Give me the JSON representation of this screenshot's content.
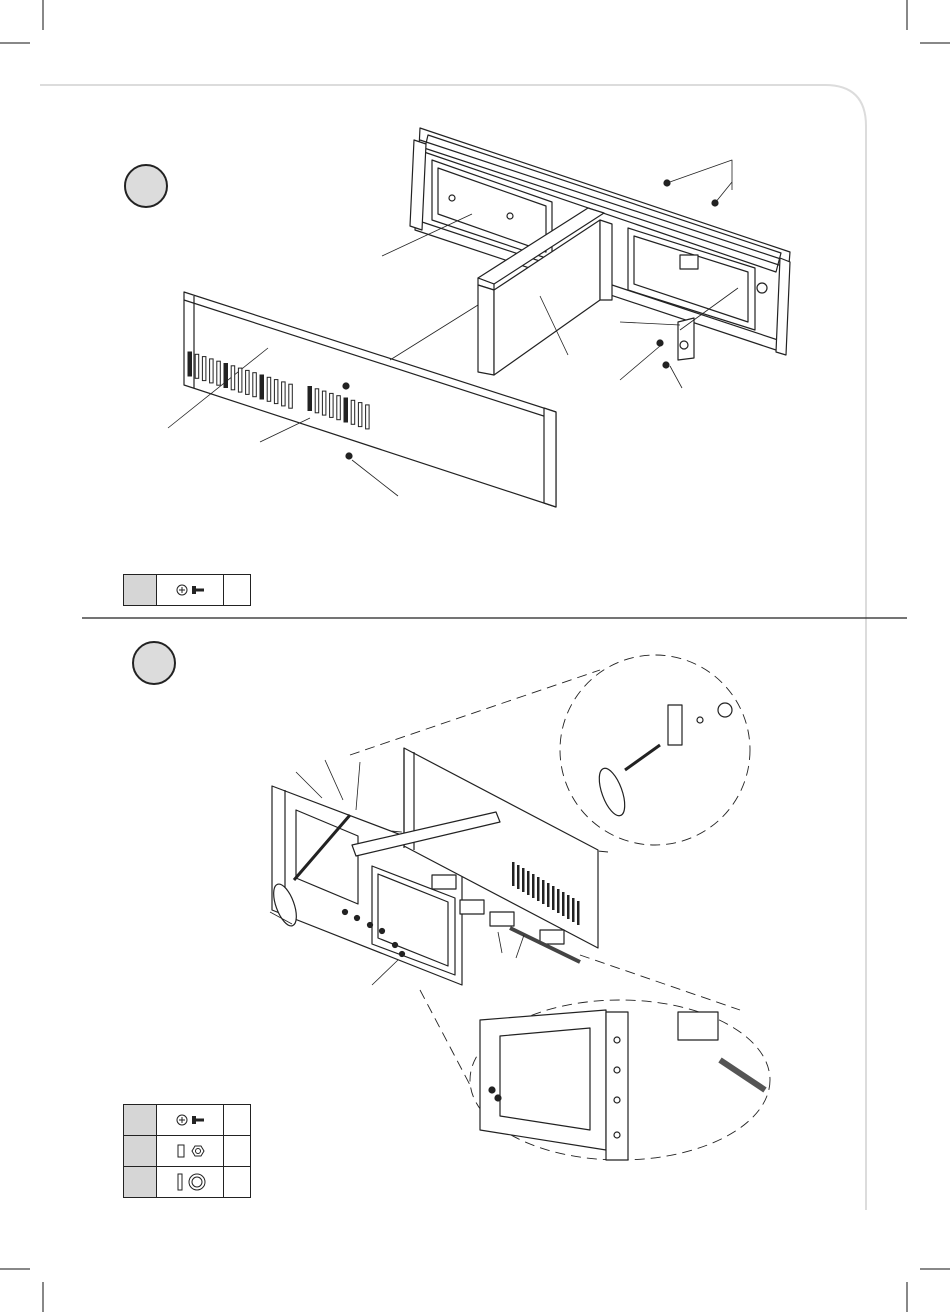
{
  "page": {
    "kind": "assembly-instructions",
    "steps": [
      {
        "id": "step-1",
        "number": "",
        "parts": [
          {
            "icon": "screw-icon",
            "key": "",
            "qty": ""
          }
        ]
      },
      {
        "id": "step-2",
        "number": "",
        "parts": [
          {
            "icon": "screw-icon",
            "key": "",
            "qty": ""
          },
          {
            "icon": "nut-icon",
            "key": "",
            "qty": ""
          },
          {
            "icon": "washer-icon",
            "key": "",
            "qty": ""
          }
        ]
      }
    ]
  },
  "colors": {
    "line": "#222222",
    "fill_gray": "#dcdcdc",
    "key_gray": "#d6d6d6",
    "frame": "#e0e0e0"
  }
}
